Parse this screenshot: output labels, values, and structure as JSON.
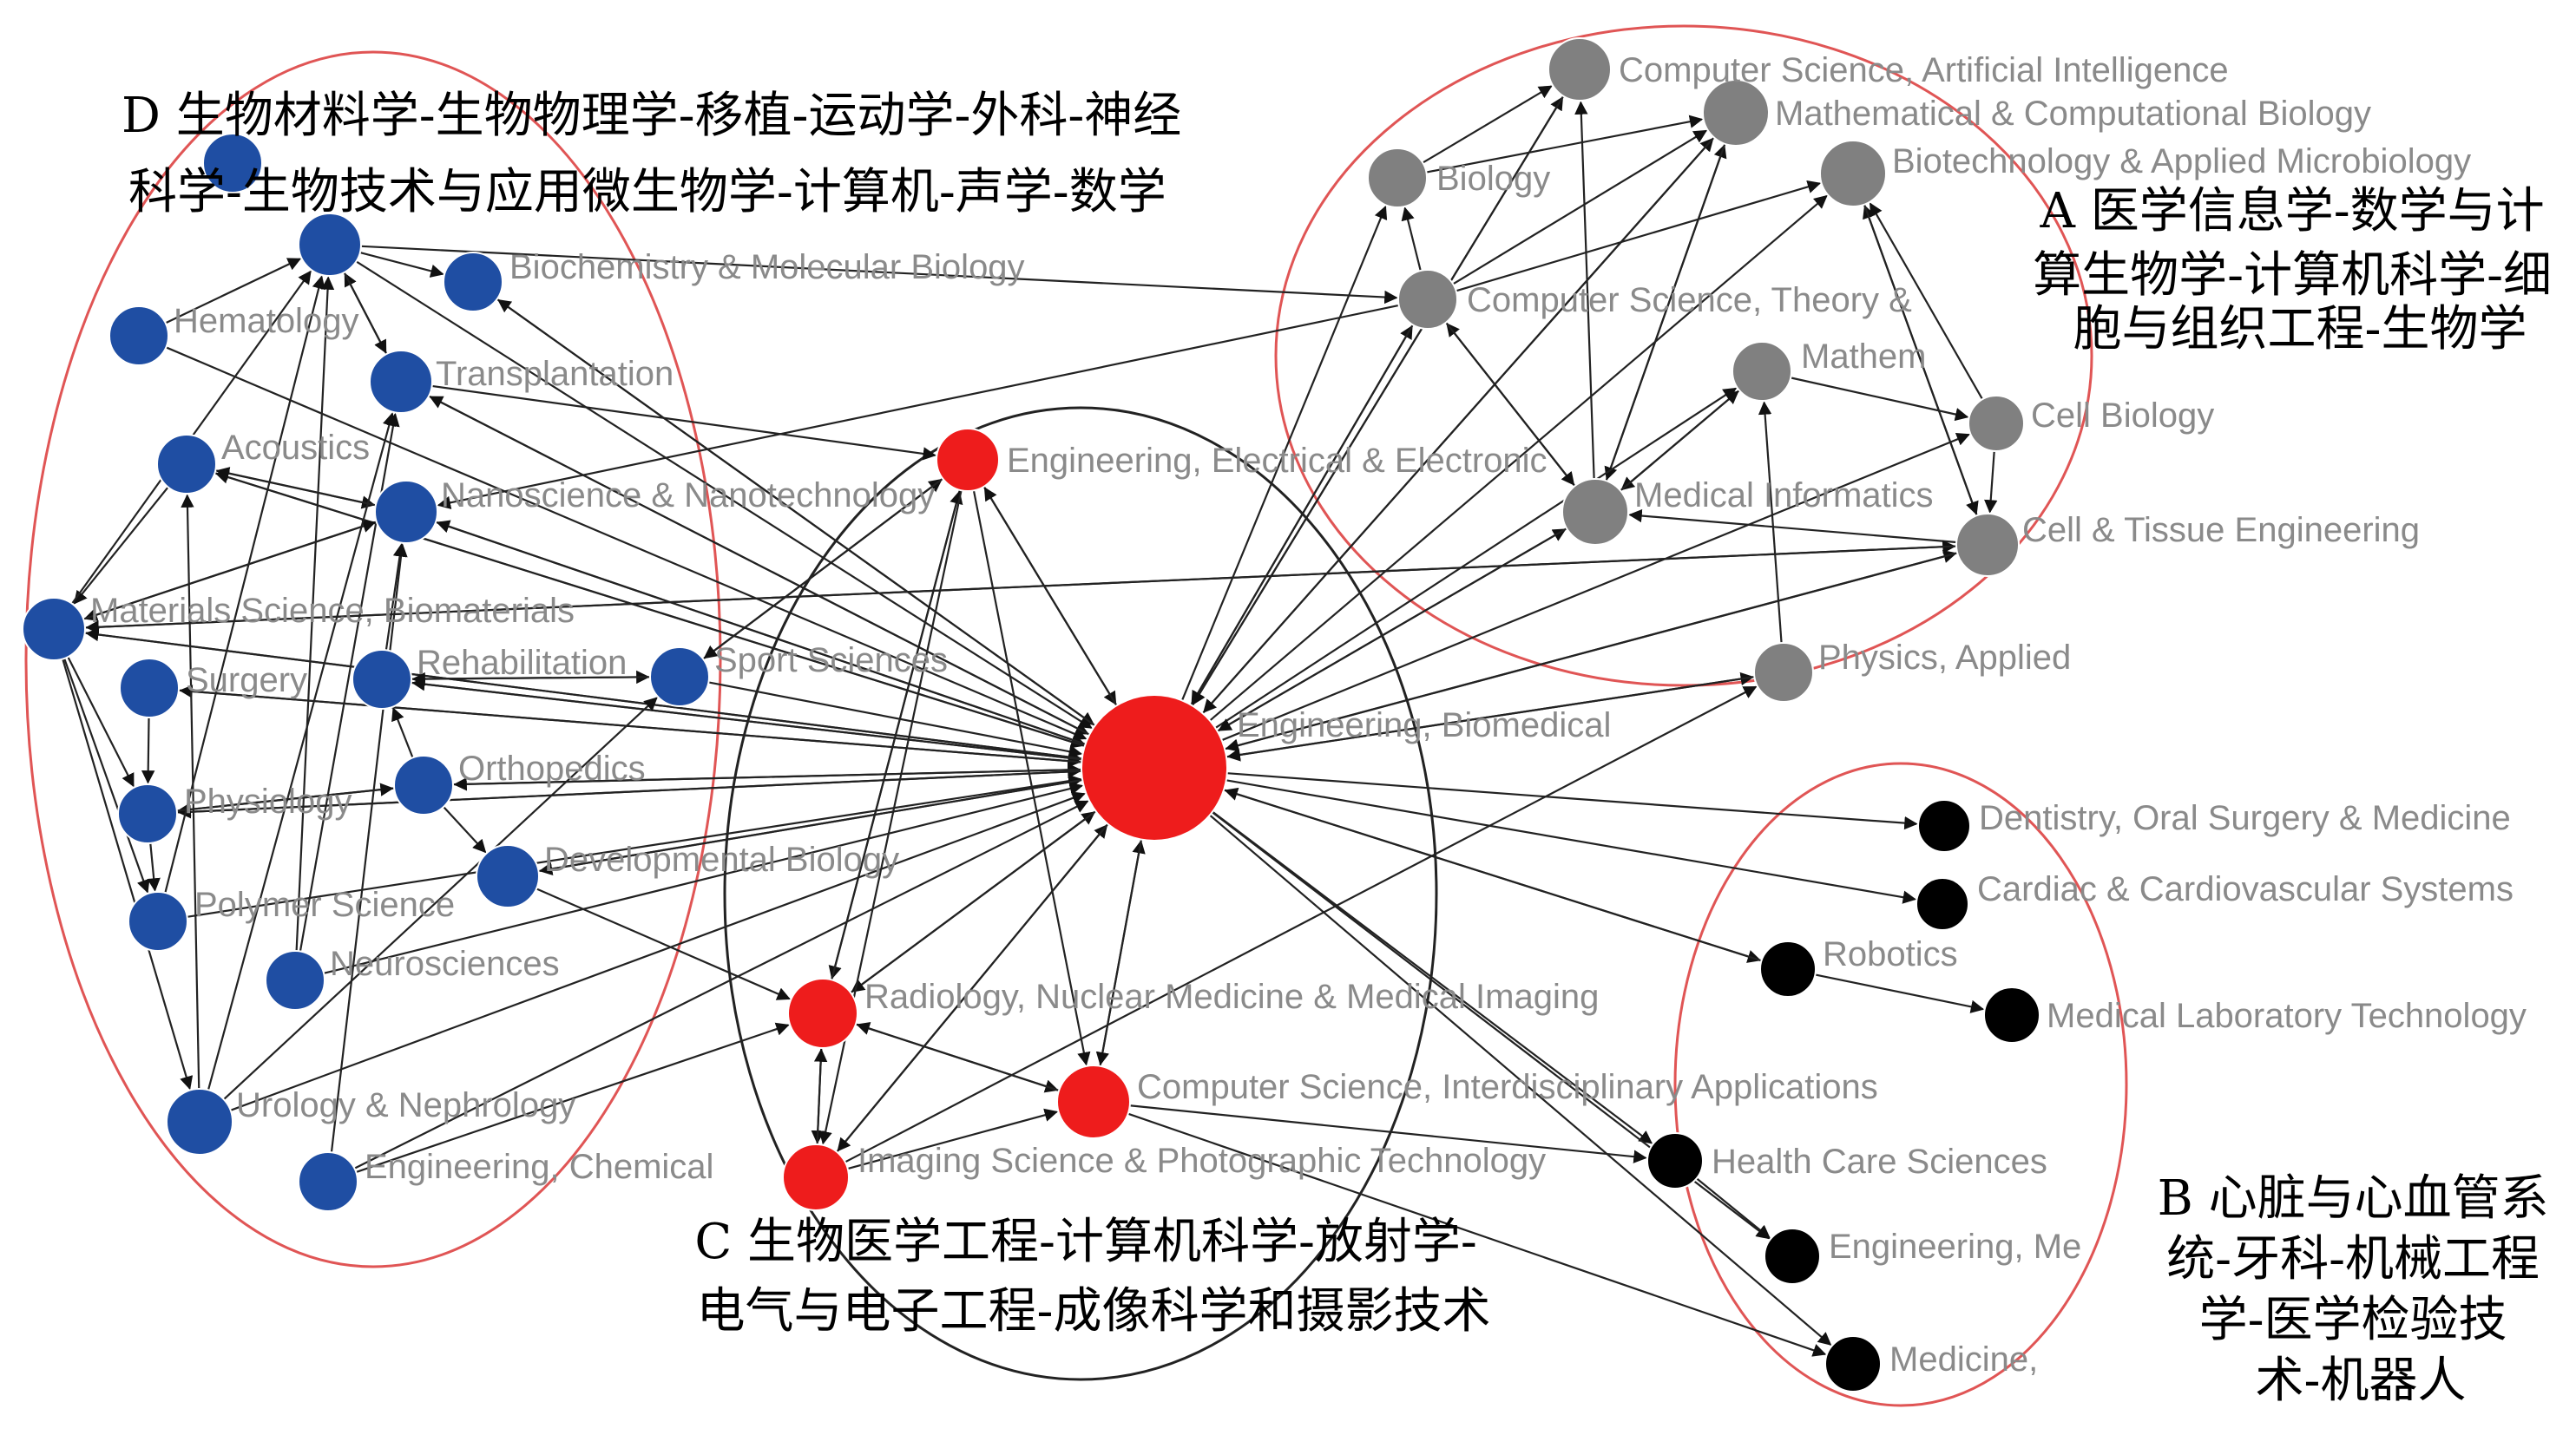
{
  "colors": {
    "cluster_a": "#808080",
    "cluster_b": "#000000",
    "cluster_c": "#ee1c1c",
    "cluster_d": "#1f4ea3",
    "ellipse_red": "#e05555",
    "ellipse_black": "#222222",
    "label_gray": "#8a8a8a"
  },
  "clusters": {
    "a": {
      "title": [
        "A 医学信息学-数学与计",
        "算生物学-计算机科学-细",
        "胞与组织工程-生物学"
      ]
    },
    "b": {
      "title": [
        "B 心脏与心血管系",
        "统-牙科-机械工程",
        "学-医学检验技",
        "术-机器人"
      ]
    },
    "c": {
      "title": [
        "C 生物医学工程-计算机科学-放射学-",
        "电气与电子工程-成像科学和摄影技术"
      ]
    },
    "d": {
      "title": [
        "D 生物材料学-生物物理学-移植-运动学-外科-神经",
        "科学-生物技术与应用微生物学-计算机-声学-数学"
      ]
    }
  },
  "nodes": [
    {
      "id": "csai",
      "cluster": "a",
      "label": "Computer Science, Artificial Intelligence"
    },
    {
      "id": "mcb",
      "cluster": "a",
      "label": "Mathematical & Computational Biology"
    },
    {
      "id": "bio",
      "cluster": "a",
      "label": "Biology"
    },
    {
      "id": "biotech",
      "cluster": "a",
      "label": "Biotechnology & Applied Microbiology"
    },
    {
      "id": "cst",
      "cluster": "a",
      "label": "Computer Science, Theory &"
    },
    {
      "id": "math",
      "cluster": "a",
      "label": "Mathem"
    },
    {
      "id": "cell",
      "cluster": "a",
      "label": "Cell Biology"
    },
    {
      "id": "medinf",
      "cluster": "a",
      "label": "Medical Informatics"
    },
    {
      "id": "tissue",
      "cluster": "a",
      "label": "Cell & Tissue Engineering"
    },
    {
      "id": "physapp",
      "cluster": "a",
      "label": "Physics, Applied"
    },
    {
      "id": "dent",
      "cluster": "b",
      "label": "Dentistry, Oral Surgery & Medicine"
    },
    {
      "id": "cardiac",
      "cluster": "b",
      "label": "Cardiac & Cardiovascular Systems"
    },
    {
      "id": "robotics",
      "cluster": "b",
      "label": "Robotics"
    },
    {
      "id": "medlab",
      "cluster": "b",
      "label": "Medical Laboratory Technology"
    },
    {
      "id": "health",
      "cluster": "b",
      "label": "Health Care Sciences"
    },
    {
      "id": "engme",
      "cluster": "b",
      "label": "Engineering, Me"
    },
    {
      "id": "medicine",
      "cluster": "b",
      "label": "Medicine,"
    },
    {
      "id": "eee",
      "cluster": "c",
      "label": "Engineering, Electrical & Electronic"
    },
    {
      "id": "biomed",
      "cluster": "c",
      "label": "Engineering, Biomedical"
    },
    {
      "id": "radio",
      "cluster": "c",
      "label": "Radiology, Nuclear Medicine & Medical Imaging"
    },
    {
      "id": "csia",
      "cluster": "c",
      "label": "Computer Science, Interdisciplinary Applications"
    },
    {
      "id": "imaging",
      "cluster": "c",
      "label": "Imaging Science & Photographic Technology"
    },
    {
      "id": "d0",
      "cluster": "d",
      "label": ""
    },
    {
      "id": "d1",
      "cluster": "d",
      "label": ""
    },
    {
      "id": "biochem",
      "cluster": "d",
      "label": "Biochemistry & Molecular Biology"
    },
    {
      "id": "hema",
      "cluster": "d",
      "label": "Hematology"
    },
    {
      "id": "transp",
      "cluster": "d",
      "label": "Transplantation"
    },
    {
      "id": "acoust",
      "cluster": "d",
      "label": "Acoustics"
    },
    {
      "id": "nano",
      "cluster": "d",
      "label": "Nanoscience & Nanotechnology"
    },
    {
      "id": "matsci",
      "cluster": "d",
      "label": "Materials Science, Biomaterials"
    },
    {
      "id": "surgery",
      "cluster": "d",
      "label": "Surgery"
    },
    {
      "id": "rehab",
      "cluster": "d",
      "label": "Rehabilitation"
    },
    {
      "id": "sport",
      "cluster": "d",
      "label": "Sport Sciences"
    },
    {
      "id": "physio",
      "cluster": "d",
      "label": "Physiology"
    },
    {
      "id": "ortho",
      "cluster": "d",
      "label": "Orthopedics"
    },
    {
      "id": "devbio",
      "cluster": "d",
      "label": "Developmental Biology"
    },
    {
      "id": "polymer",
      "cluster": "d",
      "label": "Polymer Science"
    },
    {
      "id": "neuro",
      "cluster": "d",
      "label": "Neurosciences"
    },
    {
      "id": "urology",
      "cluster": "d",
      "label": "Urology & Nephrology"
    },
    {
      "id": "engchem",
      "cluster": "d",
      "label": "Engineering, Chemical"
    }
  ]
}
